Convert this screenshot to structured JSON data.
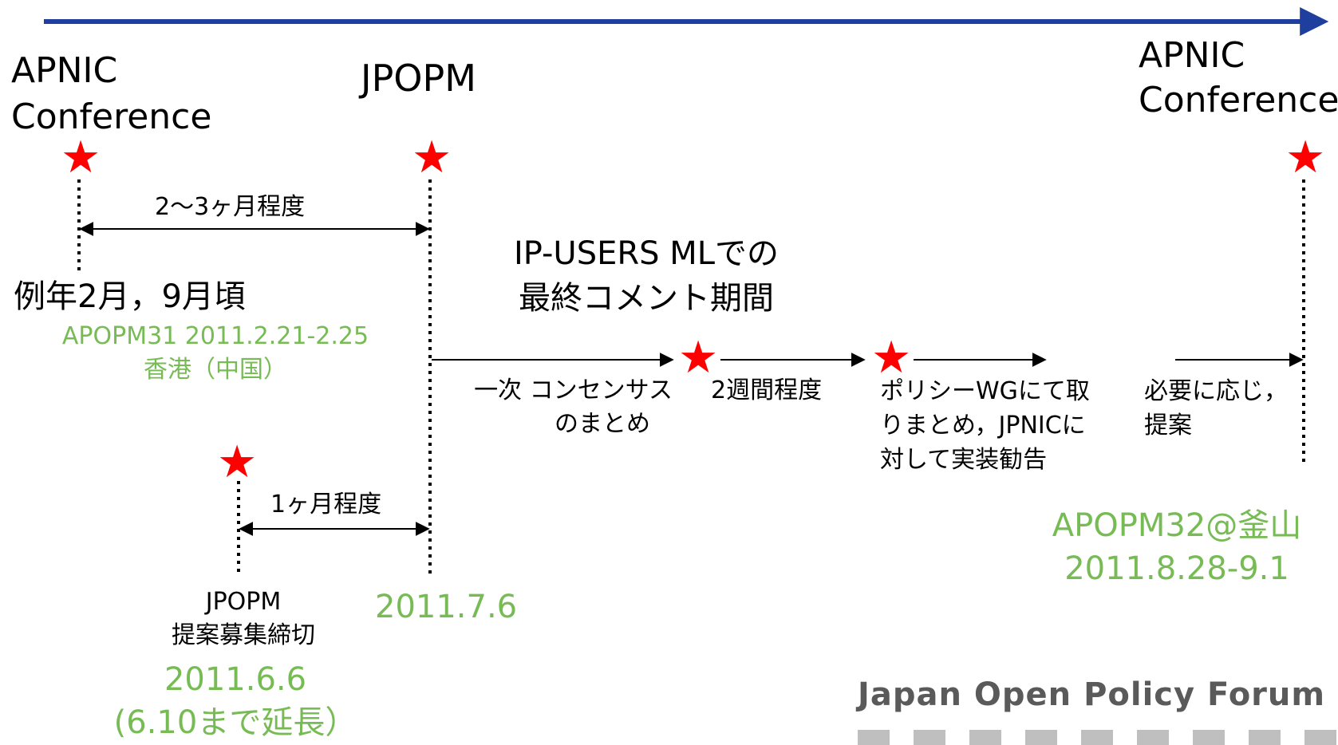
{
  "conference_left": {
    "line1": "APNIC",
    "line2": "Conference"
  },
  "conference_right": {
    "line1": "APNIC",
    "line2": "Conference"
  },
  "jpopm_label": "JPOPM",
  "span_2_3_months": "2～3ヶ月程度",
  "usual_months": "例年2月，9月頃",
  "apopm31": {
    "line1": "APOPM31 2011.2.21-2.25",
    "line2": "香港（中国）"
  },
  "ml_period": {
    "line1": "IP-USERS MLでの",
    "line2": "最終コメント期間"
  },
  "step_consensus": {
    "line1": "一次 コンセンサス",
    "line2": "のまとめ"
  },
  "step_two_weeks": "2週間程度",
  "step_policy_wg": {
    "line1": "ポリシーWGにて取",
    "line2": "りまとめ，JPNICに",
    "line3": "対して実装勧告"
  },
  "step_proposal": {
    "line1": "必要に応じ，",
    "line2": "提案"
  },
  "apopm32": {
    "line1": "APOPM32@釜山",
    "line2": "2011.8.28-9.1"
  },
  "span_1_month": "1ヶ月程度",
  "deadline": {
    "line1": "JPOPM",
    "line2": "提案募集締切"
  },
  "jpopm_date": "2011.7.6",
  "deadline_date": {
    "line1": "2011.6.6",
    "line2": "(6.10まで延長）"
  },
  "logo_text": "Japan Open Policy Forum",
  "icons": {
    "milestone": "star-icon"
  },
  "colors": {
    "timeline": "#1f3f9f",
    "star": "#ff0000",
    "highlight": "#77bb55"
  }
}
